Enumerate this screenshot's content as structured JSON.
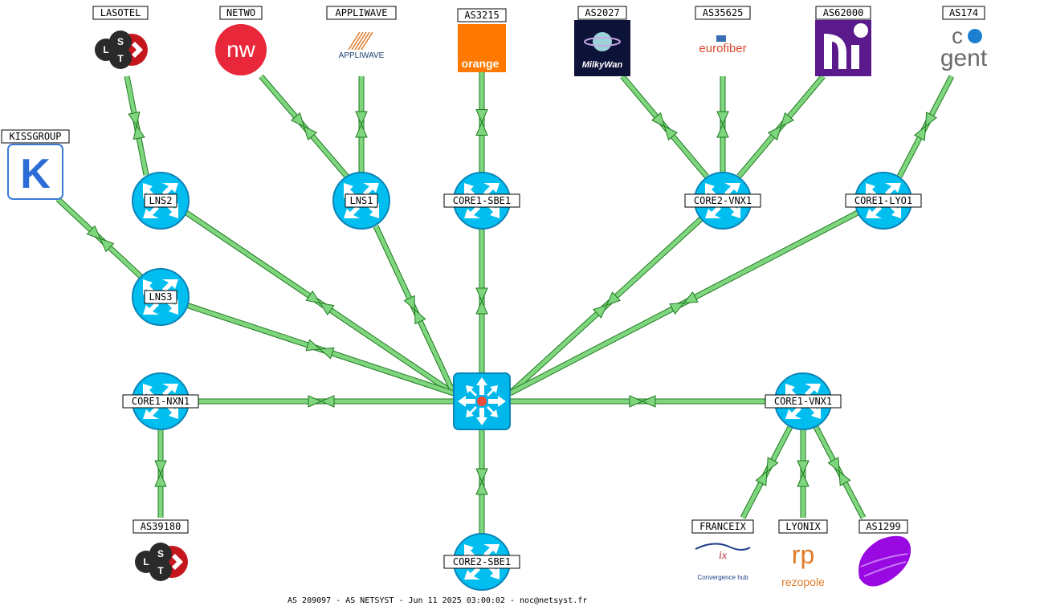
{
  "switch": {
    "icon": "core-switch-icon"
  },
  "routers": [
    {
      "id": "lns2",
      "label": "LNS2"
    },
    {
      "id": "lns1",
      "label": "LNS1"
    },
    {
      "id": "core1-sbe1",
      "label": "CORE1-SBE1"
    },
    {
      "id": "core2-vnx1",
      "label": "CORE2-VNX1"
    },
    {
      "id": "core1-lyo1",
      "label": "CORE1-LYO1"
    },
    {
      "id": "lns3",
      "label": "LNS3"
    },
    {
      "id": "core1-nxn1",
      "label": "CORE1-NXN1"
    },
    {
      "id": "core1-vnx1",
      "label": "CORE1-VNX1"
    },
    {
      "id": "core2-sbe1",
      "label": "CORE2-SBE1"
    }
  ],
  "peers": [
    {
      "id": "lasotel",
      "label": "LASOTEL",
      "logo": "lst-logo"
    },
    {
      "id": "netwo",
      "label": "NETWO",
      "logo": "netwo-logo",
      "logo_text": "nw"
    },
    {
      "id": "appliwave",
      "label": "APPLIWAVE",
      "logo": "appliwave-logo",
      "logo_text": "APPLIWAVE"
    },
    {
      "id": "as3215",
      "label": "AS3215",
      "logo": "orange-logo",
      "logo_text": "orange"
    },
    {
      "id": "as2027",
      "label": "AS2027",
      "logo": "milkywan-logo",
      "logo_text": "MilkyWan"
    },
    {
      "id": "as35625",
      "label": "AS35625",
      "logo": "eurofiber-logo",
      "logo_text": "eurofiber"
    },
    {
      "id": "as62000",
      "label": "AS62000",
      "logo": "as62000-logo"
    },
    {
      "id": "as174",
      "label": "AS174",
      "logo": "cogent-logo",
      "logo_text_top": "co",
      "logo_text_bottom": "gent"
    },
    {
      "id": "kissgroup",
      "label": "KISSGROUP",
      "logo": "kissgroup-logo",
      "logo_text": "K"
    },
    {
      "id": "as39180",
      "label": "AS39180",
      "logo": "lst-logo"
    },
    {
      "id": "franceix",
      "label": "FRANCEIX",
      "logo": "franceix-logo",
      "logo_text": "Convergence hub"
    },
    {
      "id": "lyonix",
      "label": "LYONIX",
      "logo": "rezopole-logo",
      "logo_text_top": "rp",
      "logo_text_bottom": "rezopole"
    },
    {
      "id": "as1299",
      "label": "AS1299",
      "logo": "telia-logo"
    }
  ],
  "lst_letters": [
    "L",
    "S",
    "T"
  ],
  "footer": "AS 209097 - AS NETSYST - Jun 11 2025 03:00:02 - noc@netsyst.fr"
}
